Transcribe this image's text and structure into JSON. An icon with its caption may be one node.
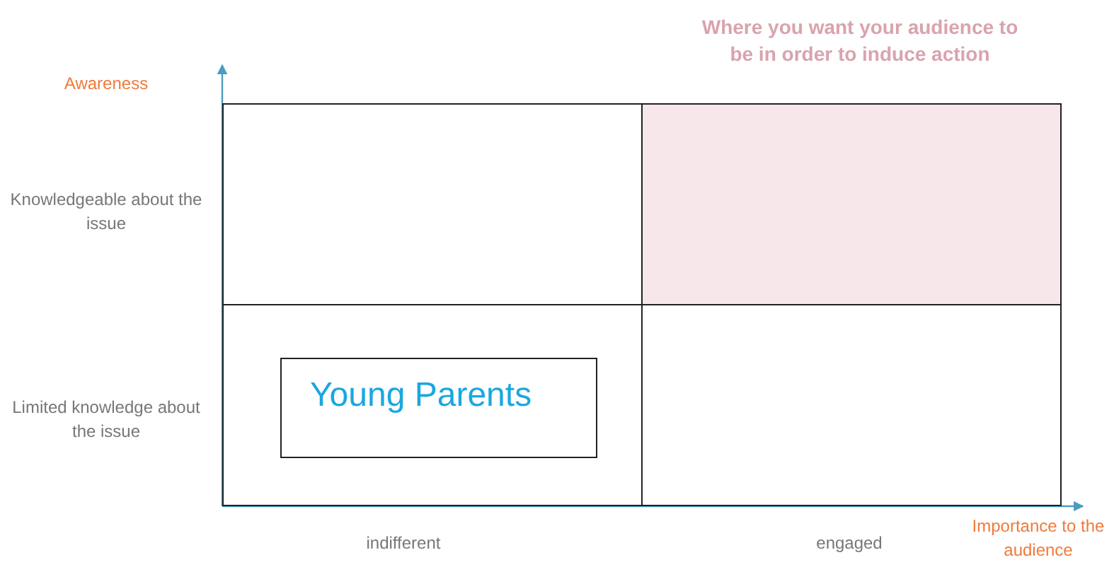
{
  "diagram": {
    "nodes": [
      {
        "text": [],
        "shape": "box"
      },
      {
        "text": [],
        "shape": "box"
      },
      {
        "text": [],
        "shape": "box"
      },
      {
        "text": [],
        "shape": "box"
      },
      {
        "text": [
          "Young Parents"
        ],
        "in": 2
      }
    ],
    "labels": [
      "Where you want your audience to be in order to **induce action**",
      "Awareness",
      "Knowledgeable about the issue",
      "Limited knowledge about the issue",
      "indifferent",
      "engaged",
      "Importance to the audience"
    ]
  }
}
